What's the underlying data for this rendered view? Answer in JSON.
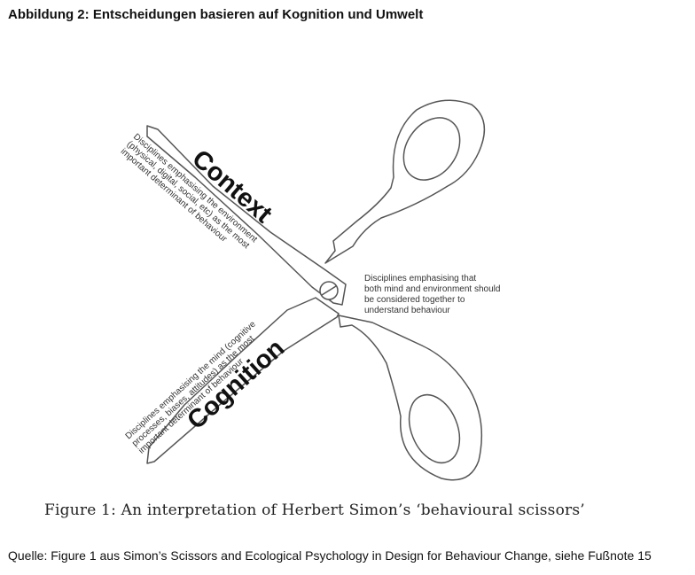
{
  "heading": "Abbildung 2: Entscheidungen basieren auf Kognition und Umwelt",
  "scissors": {
    "upper_blade": {
      "title": "Context",
      "lines": [
        "Disciplines emphasising the environment",
        "(physical, digital, social, etc) as the most",
        "important determinant of behaviour"
      ]
    },
    "lower_blade": {
      "title": "Cognition",
      "lines": [
        "Disciplines emphasising the mind (cognitive",
        "processes, biases, attitudes) as the most",
        "important determinant of behaviour"
      ]
    },
    "middle_lines": [
      "Disciplines emphasising that",
      "both mind and environment should",
      "be considered together to",
      "understand behaviour"
    ]
  },
  "caption": "Figure 1:  An interpretation of Herbert Simon’s ‘behavioural scissors’",
  "source": "Quelle: Figure 1 aus Simon’s Scissors and Ecological Psychology in Design for Behaviour Change, siehe Fußnote 15"
}
